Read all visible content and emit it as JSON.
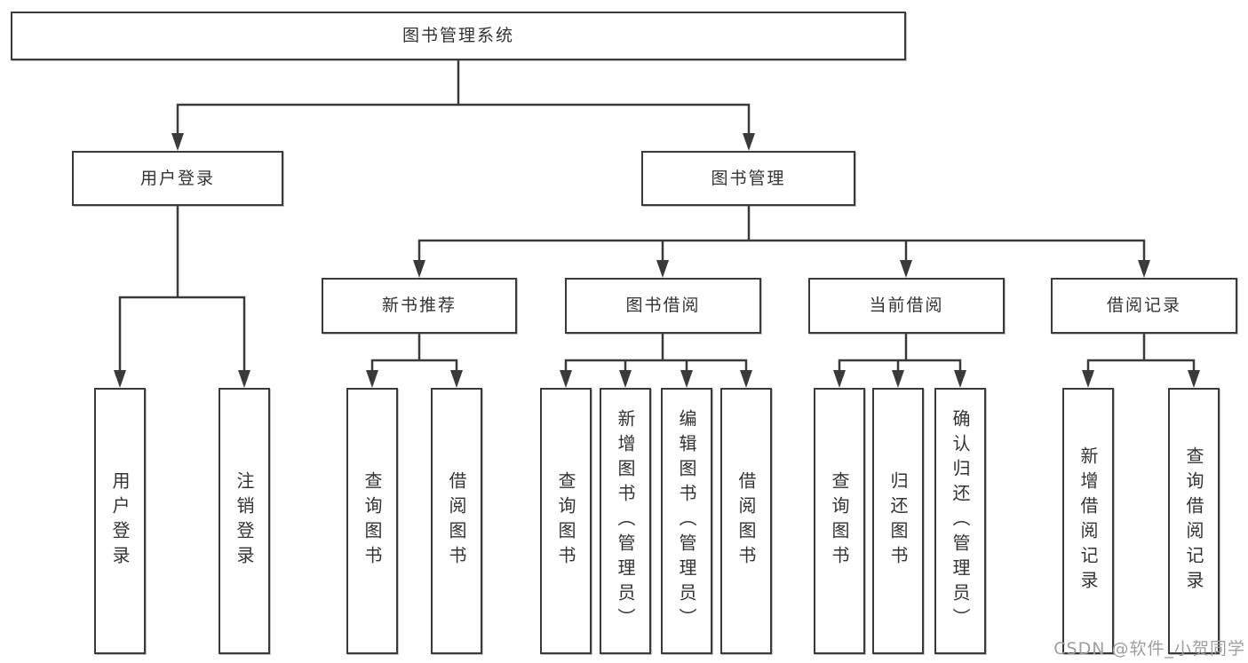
{
  "diagram": {
    "title": "图书管理系统",
    "level2": {
      "user_login": "用户登录",
      "book_mgmt": "图书管理"
    },
    "level3": {
      "new_books": "新书推荐",
      "book_borrow": "图书借阅",
      "current_borrow": "当前借阅",
      "borrow_records": "借阅记录"
    },
    "leaves": {
      "user_login": [
        "用户登录",
        "注销登录"
      ],
      "new_books": [
        "查询图书",
        "借阅图书"
      ],
      "book_borrow": [
        "查询图书",
        "新增图书（管理员）",
        "编辑图书（管理员）",
        "借阅图书"
      ],
      "current_borrow": [
        "查询图书",
        "归还图书",
        "确认归还（管理员）"
      ],
      "borrow_records": [
        "新增借阅记录",
        "查询借阅记录"
      ]
    },
    "colors": {
      "line": "#3a3a3a",
      "text": "#333333",
      "background": "#ffffff",
      "watermark": "#9e9e9e"
    },
    "watermark": "CSDN @软件_小贺同学"
  }
}
